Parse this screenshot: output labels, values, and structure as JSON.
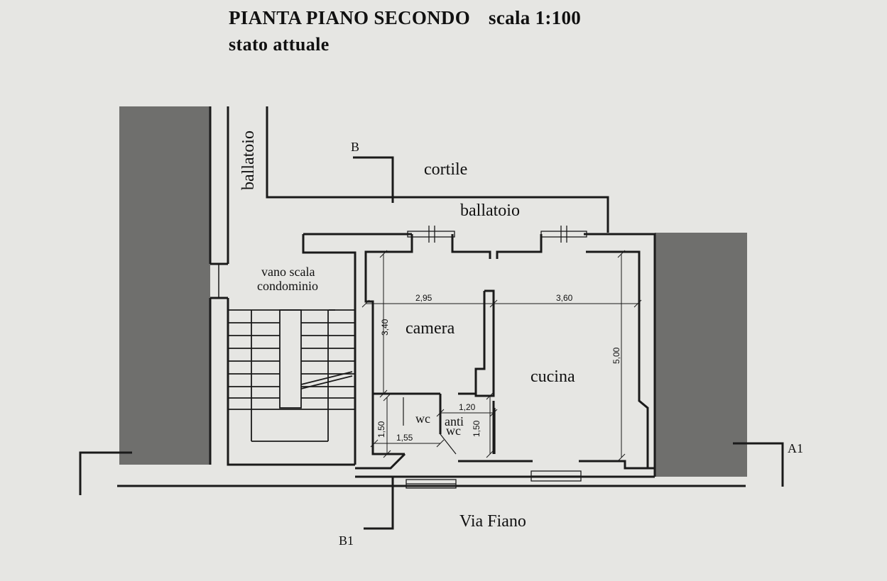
{
  "header": {
    "title": "PIANTA PIANO SECONDO",
    "scale": "scala 1:100",
    "subtitle": "stato attuale"
  },
  "labels": {
    "cortile": "cortile",
    "ballatoio_top": "ballatoio",
    "ballatoio_side": "ballatoio",
    "vano_scala_1": "vano scala",
    "vano_scala_2": "condominio",
    "camera": "camera",
    "cucina": "cucina",
    "wc": "wc",
    "antiwc_1": "anti",
    "antiwc_2": "wc",
    "street": "Via  Fiano"
  },
  "sections": {
    "B": "B",
    "B1": "B1",
    "A1": "A1"
  },
  "dimensions": {
    "camera_width": "2,95",
    "camera_depth": "3,40",
    "cucina_width": "3,60",
    "cucina_depth": "5,00",
    "antiwc_width": "1,20",
    "antiwc_depth": "1,50",
    "wc_width": "1,55",
    "wc_depth": "1,50"
  }
}
